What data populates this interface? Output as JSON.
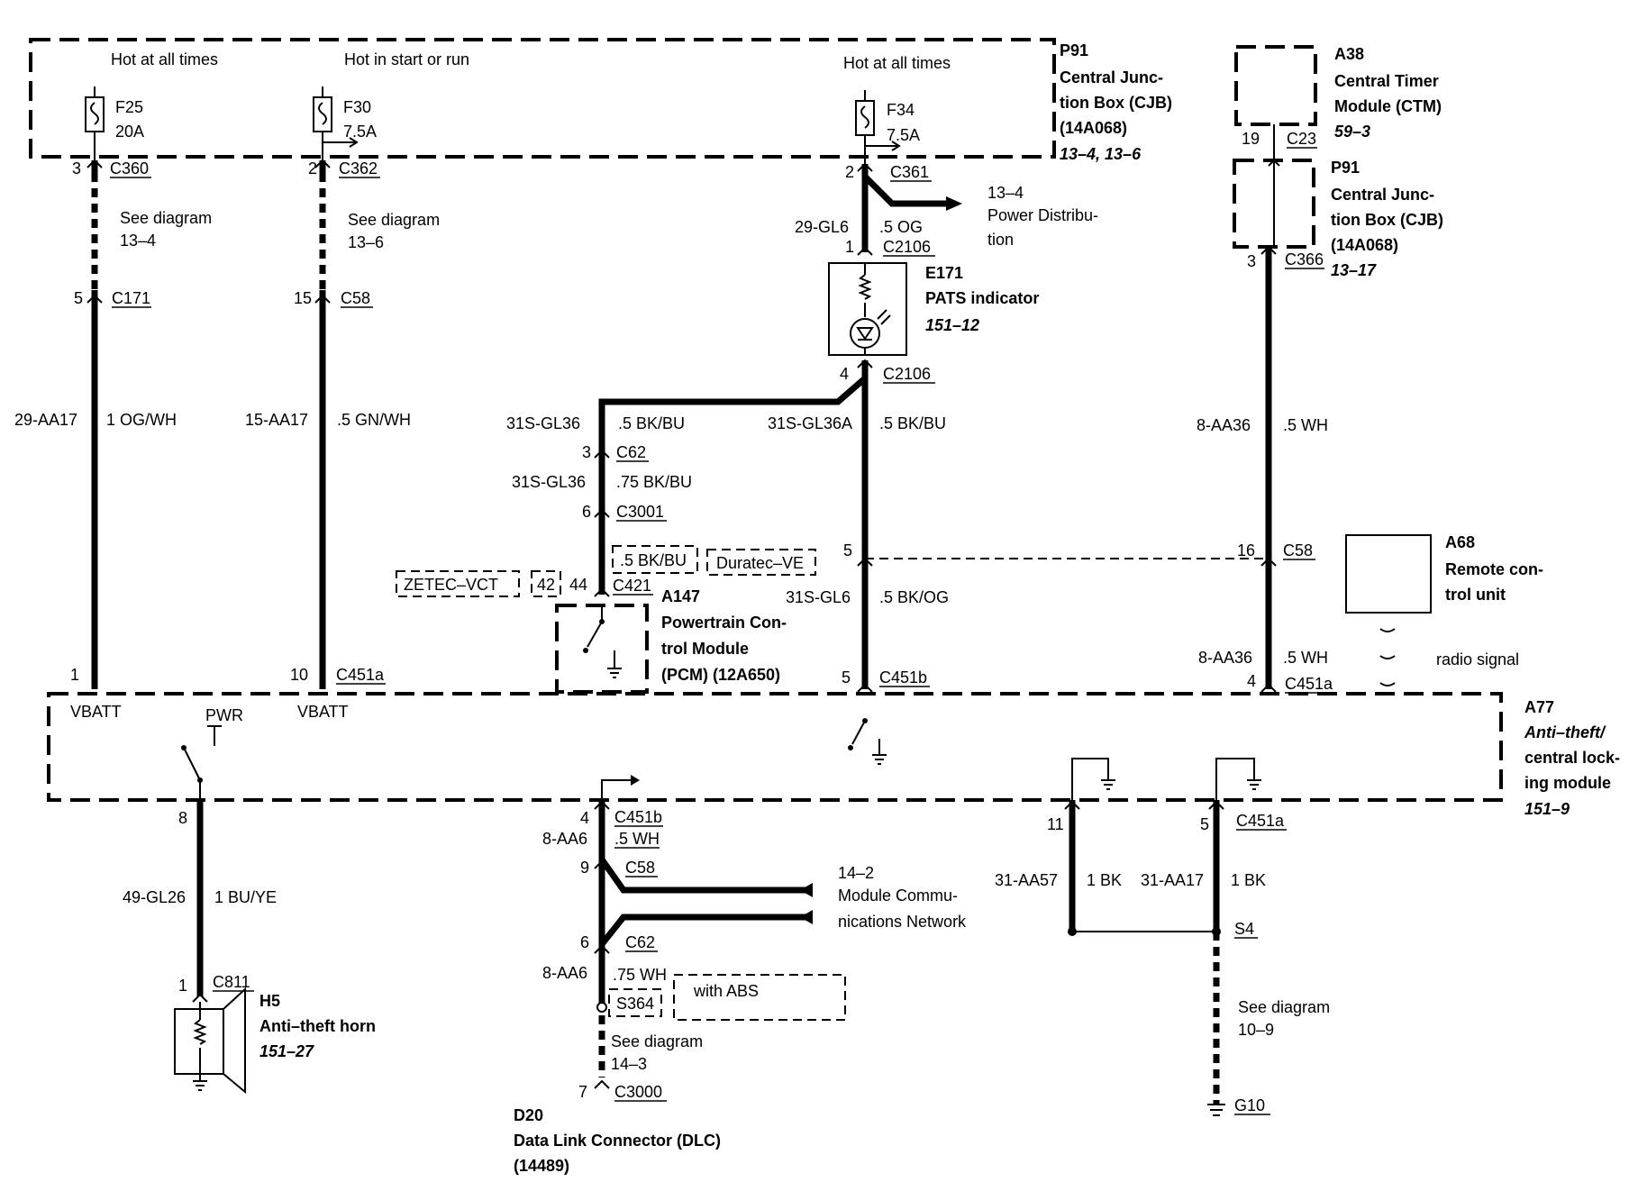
{
  "labels": {
    "hot1": "Hot at all times",
    "hot2": "Hot in start or run",
    "hot3": "Hot at all times",
    "p91_id": "P91",
    "p91_l1": "Central Junc-",
    "p91_l2": "tion Box (CJB)",
    "p91_l3": "(14A068)",
    "p91_ref": "13–4, 13–6",
    "a38_id": "A38",
    "a38_l1": "Central Timer",
    "a38_l2": "Module (CTM)",
    "a38_ref": "59–3",
    "p91b_id": "P91",
    "p91b_l1": "Central Junc-",
    "p91b_l2": "tion Box (CJB)",
    "p91b_l3": "(14A068)",
    "p91b_ref": "13–17",
    "f25": "F25",
    "f25a": "20A",
    "f30": "F30",
    "f30a": "7.5A",
    "f34": "F34",
    "f34a": "7.5A",
    "c360_pin": "3",
    "c360": "C360",
    "c362_pin": "2",
    "c362": "C362",
    "c361_pin": "2",
    "c361": "C361",
    "see1a": "See diagram",
    "see1b": "13–4",
    "see2a": "See diagram",
    "see2b": "13–6",
    "pd1": "13–4",
    "pd2": "Power Distribu-",
    "pd3": "tion",
    "w29gl6": "29-GL6",
    "w29gl6c": ".5 OG",
    "c2106a_pin": "1",
    "c2106a": "C2106",
    "e171_id": "E171",
    "e171_l1": "PATS indicator",
    "e171_ref": "151–12",
    "c2106b_pin": "4",
    "c2106b": "C2106",
    "c171_pin": "5",
    "c171": "C171",
    "c58a_pin": "15",
    "c58a": "C58",
    "w1": "29-AA17",
    "w1c": "1 OG/WH",
    "w2": "15-AA17",
    "w2c": ".5 GN/WH",
    "w3": "31S-GL36",
    "w3c": ".5 BK/BU",
    "w4": "31S-GL36A",
    "w4c": ".5 BK/BU",
    "c62a_pin": "3",
    "c62a": "C62",
    "w5": "31S-GL36",
    "w5c": ".75 BK/BU",
    "c3001_pin": "6",
    "c3001": "C3001",
    "opt1": ".5 BK/BU",
    "opt2": "Duratec–VE",
    "opt3": "ZETEC–VCT",
    "pin42": "42",
    "pin44": "44",
    "c421": "C421",
    "a147_id": "A147",
    "a147_l1": "Powertrain Con-",
    "a147_l2": "trol Module",
    "a147_l3": "(PCM) (12A650)",
    "c58b_pin": "5",
    "w6": "31S-GL6",
    "w6c": ".5 BK/OG",
    "c451b_pin": "5",
    "c451b": "C451b",
    "w7": "8-AA36",
    "w7c": ".5 WH",
    "c58c_pin": "16",
    "c58c": "C58",
    "a68_id": "A68",
    "a68_l1": "Remote con-",
    "a68_l2": "trol unit",
    "radio": "radio signal",
    "w8": "8-AA36",
    "w8c": ".5 WH",
    "c451a_r_pin": "4",
    "c451a_r": "C451a",
    "c23_pin": "19",
    "c23": "C23",
    "c366_pin": "3",
    "c366": "C366",
    "pin1": "1",
    "pin10": "10",
    "c451a_l": "C451a",
    "vbatt1": "VBATT",
    "pwr": "PWR",
    "vbatt2": "VBATT",
    "a77_id": "A77",
    "a77_l1": "Anti–theft/",
    "a77_l2": "central lock-",
    "a77_l3": "ing module",
    "a77_ref": "151–9",
    "pin8": "8",
    "w9": "49-GL26",
    "w9c": "1 BU/YE",
    "c811_pin": "1",
    "c811": "C811",
    "h5_id": "H5",
    "h5_l1": "Anti–theft horn",
    "h5_ref": "151–27",
    "c451b2_pin": "4",
    "c451b2": "C451b",
    "w10": "8-AA6",
    "w10c": ".5 WH",
    "c58d_pin": "9",
    "c58d": "C58",
    "mcn1": "14–2",
    "mcn2": "Module Commu-",
    "mcn3": "nications Network",
    "c62b_pin": "6",
    "c62b": "C62",
    "w11": "8-AA6",
    "w11c": ".75 WH",
    "s364": "S364",
    "abs": "with ABS",
    "see3a": "See diagram",
    "see3b": "14–3",
    "c3000_pin": "7",
    "c3000": "C3000",
    "d20_id": "D20",
    "d20_l1": "Data Link Connector (DLC)",
    "d20_l2": "(14489)",
    "pin11": "11",
    "pin5b": "5",
    "c451a_b": "C451a",
    "w12": "31-AA57",
    "w12c": "1 BK",
    "w13": "31-AA17",
    "w13c": "1 BK",
    "s4": "S4",
    "see4a": "See diagram",
    "see4b": "10–9",
    "g10": "G10"
  }
}
